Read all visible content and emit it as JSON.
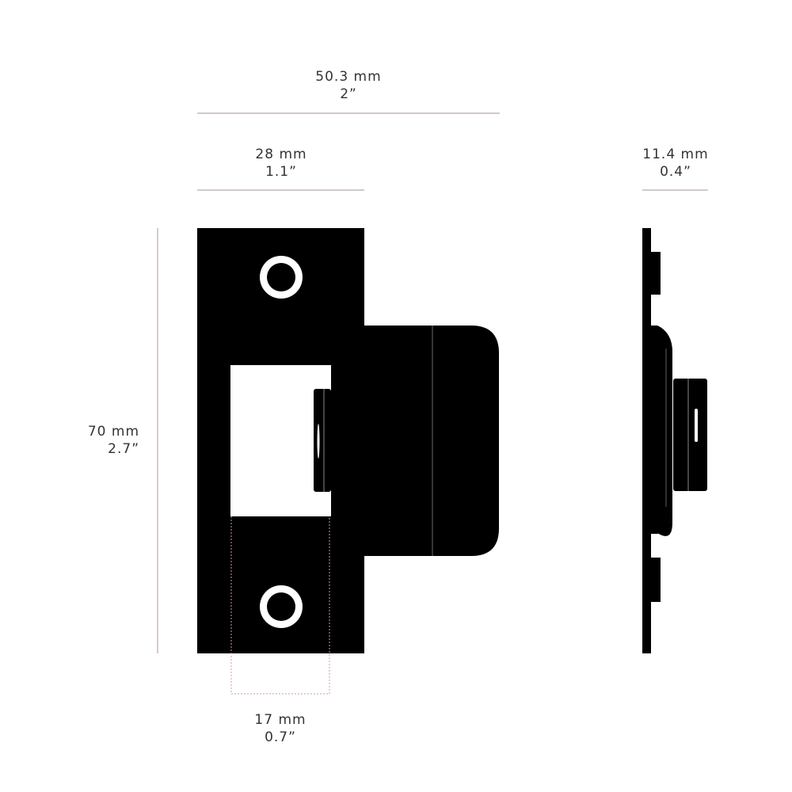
{
  "title": "Tubular latch strike plate dimensions",
  "dimensions": {
    "overall_width": {
      "mm": "50.3 mm",
      "inch": "2”"
    },
    "plate_width": {
      "mm": "28 mm",
      "inch": "1.1”"
    },
    "depth": {
      "mm": "11.4 mm",
      "inch": "0.4”"
    },
    "height": {
      "mm": "70 mm",
      "inch": "2.7”"
    },
    "opening_width": {
      "mm": "17 mm",
      "inch": "0.7”"
    }
  },
  "colors": {
    "part": "#000000",
    "dim_line": "#b9aaaa",
    "text": "#333333"
  }
}
